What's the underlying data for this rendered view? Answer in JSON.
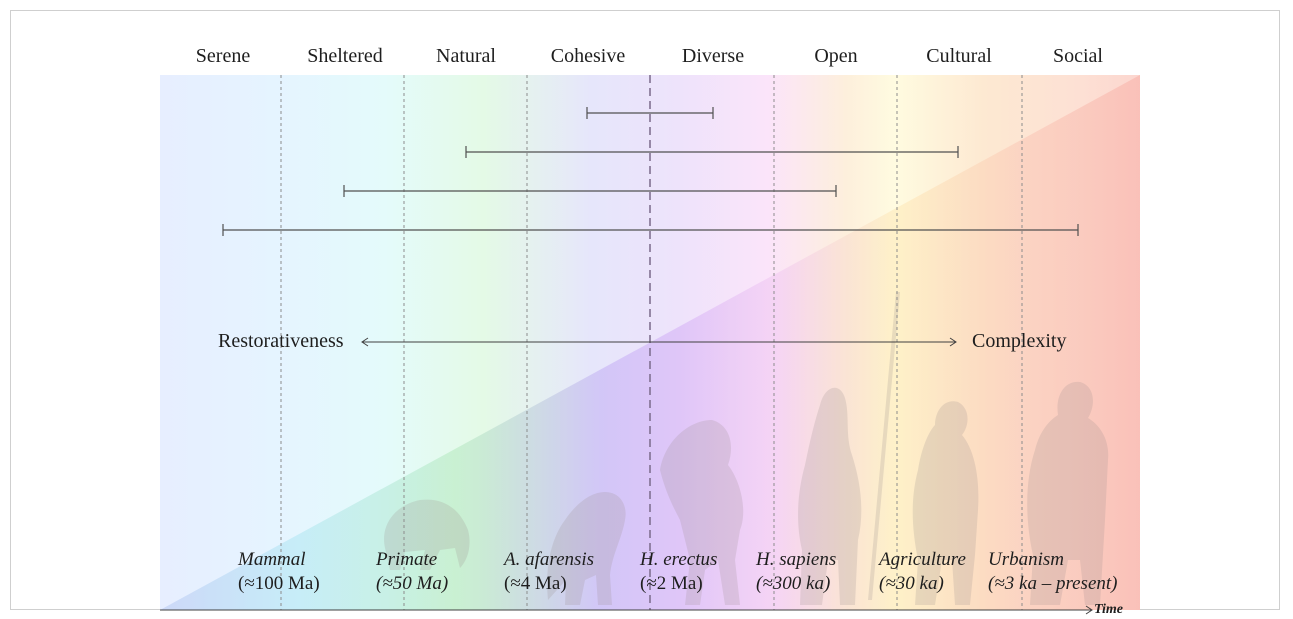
{
  "categories": [
    "Serene",
    "Sheltered",
    "Natural",
    "Cohesive",
    "Diverse",
    "Open",
    "Cultural",
    "Social"
  ],
  "axis": {
    "left_label": "Restorativeness",
    "right_label": "Complexity",
    "time_label": "Time"
  },
  "stages": [
    {
      "name": "Mammal",
      "age": "(≈100 Ma)",
      "age_italic": false
    },
    {
      "name": "Primate",
      "age": "(≈50 Ma)",
      "age_italic": true
    },
    {
      "name": "A.  afarensis",
      "age": "(≈4 Ma)",
      "age_italic": false
    },
    {
      "name": "H. erectus",
      "age": "(≈2 Ma)",
      "age_italic": false
    },
    {
      "name": "H. sapiens",
      "age": "(≈300 ka)",
      "age_italic": true
    },
    {
      "name": "Agriculture",
      "age": "(≈30 ka)",
      "age_italic": true
    },
    {
      "name": "Urbanism",
      "age": "(≈3 ka – present)",
      "age_italic": true
    }
  ],
  "colors": {
    "lines": "#555555",
    "triangle": "#9a8fd8",
    "silhouette": "#b0a8a8"
  }
}
